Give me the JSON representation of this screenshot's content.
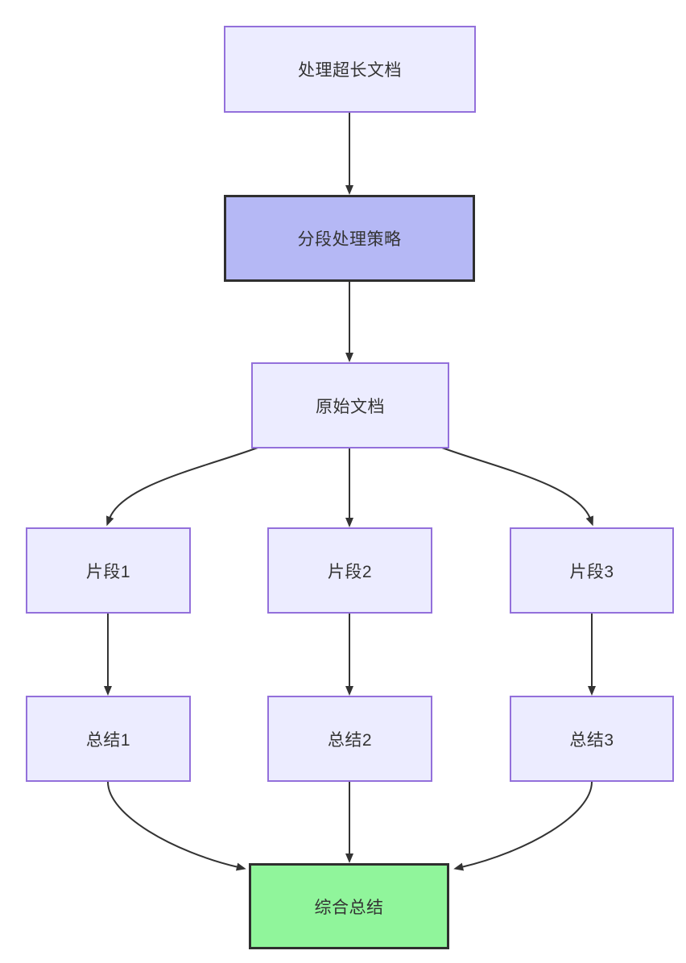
{
  "diagram": {
    "type": "flowchart",
    "direction": "top-down",
    "nodes": {
      "process": {
        "label": "处理超长文档",
        "style": "default"
      },
      "strategy": {
        "label": "分段处理策略",
        "style": "highlight"
      },
      "original": {
        "label": "原始文档",
        "style": "default"
      },
      "frag1": {
        "label": "片段1",
        "style": "default"
      },
      "frag2": {
        "label": "片段2",
        "style": "default"
      },
      "frag3": {
        "label": "片段3",
        "style": "default"
      },
      "sum1": {
        "label": "总结1",
        "style": "default"
      },
      "sum2": {
        "label": "总结2",
        "style": "default"
      },
      "sum3": {
        "label": "总结3",
        "style": "default"
      },
      "final": {
        "label": "综合总结",
        "style": "success"
      }
    },
    "edges": [
      {
        "from": "处理超长文档",
        "to": "分段处理策略"
      },
      {
        "from": "分段处理策略",
        "to": "原始文档"
      },
      {
        "from": "原始文档",
        "to": "片段1"
      },
      {
        "from": "原始文档",
        "to": "片段2"
      },
      {
        "from": "原始文档",
        "to": "片段3"
      },
      {
        "from": "片段1",
        "to": "总结1"
      },
      {
        "from": "片段2",
        "to": "总结2"
      },
      {
        "from": "片段3",
        "to": "总结3"
      },
      {
        "from": "总结1",
        "to": "综合总结"
      },
      {
        "from": "总结2",
        "to": "综合总结"
      },
      {
        "from": "总结3",
        "to": "综合总结"
      }
    ],
    "colors": {
      "node-fill": "#ECECFF",
      "node-border": "#9370DB",
      "highlight-fill": "#B5B8F5",
      "highlight-border": "#2F2F2F",
      "success-fill": "#90F59B",
      "success-border": "#2F2F2F",
      "edge": "#333333",
      "text": "#333333",
      "background": "#FFFFFF"
    }
  }
}
